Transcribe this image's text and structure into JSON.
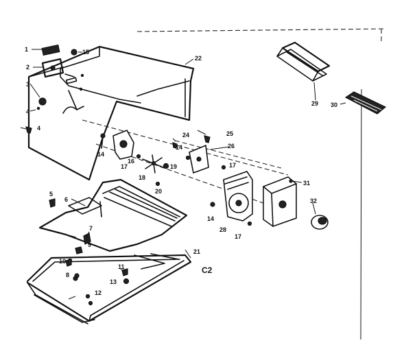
{
  "callouts": {
    "c1": "1",
    "c2": "2",
    "c3": "3",
    "c4": "4",
    "c5": "5",
    "c6": "6",
    "c7": "7",
    "c8": "8",
    "c9": "9",
    "c10": "10",
    "c11": "11",
    "c12": "12",
    "c13": "13",
    "c14": "14",
    "c14b": "14",
    "c14c": "14",
    "c15": "15",
    "c16": "16",
    "c17": "17",
    "c17b": "17",
    "c17c": "17",
    "c18": "18",
    "c19": "19",
    "c20": "20",
    "c21": "21",
    "c22": "22",
    "c24": "24",
    "c25": "25",
    "c26": "26",
    "c28": "28",
    "c29": "29",
    "c30": "30",
    "c31": "31",
    "c32": "32"
  },
  "diagram_code": "C2"
}
